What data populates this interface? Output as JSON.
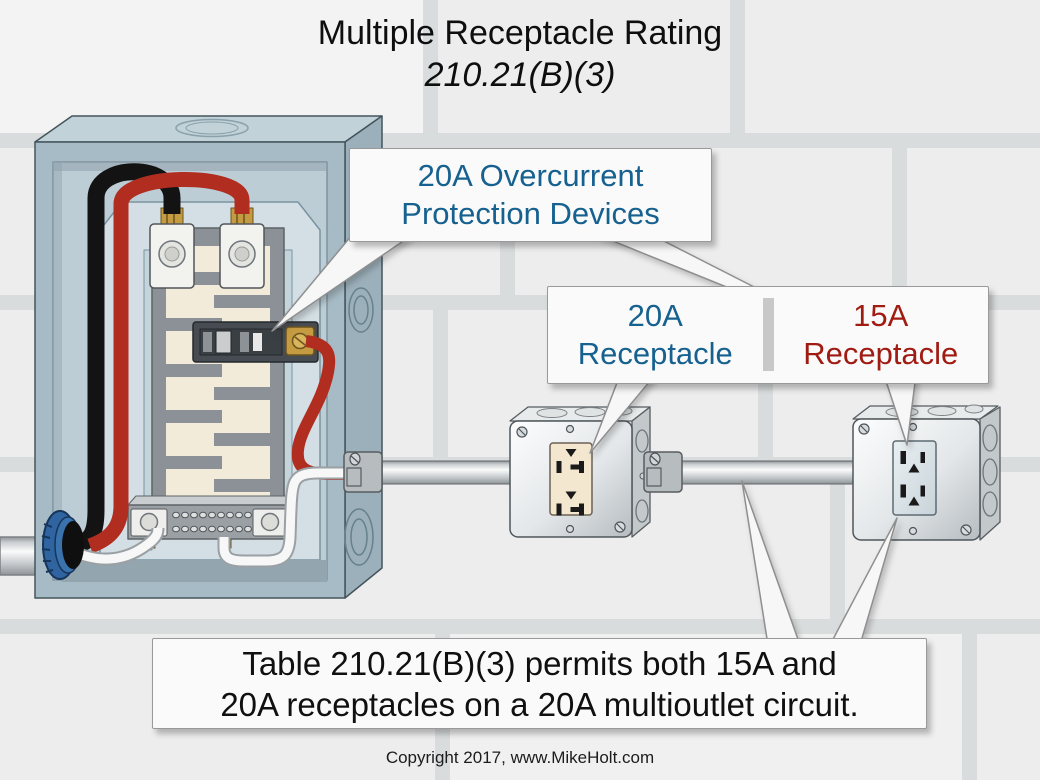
{
  "colors": {
    "accent_blue": "#16618f",
    "accent_red": "#a01c13",
    "panel_steel": "#a6bbc5",
    "wire_hot_red": "#b02d20",
    "wire_black": "#131313",
    "bushing_blue": "#2f64a0"
  },
  "title": {
    "line1": "Multiple Receptacle Rating",
    "line2": "210.21(B)(3)"
  },
  "callout_ocpd": {
    "line1": "20A Overcurrent",
    "line2": "Protection Devices"
  },
  "callout_receptacles": {
    "left_amps": "20A",
    "left_label": "Receptacle",
    "right_amps": "15A",
    "right_label": "Receptacle"
  },
  "caption": {
    "line1": "Table 210.21(B)(3) permits both 15A and",
    "line2": "20A receptacles on a 20A multioutlet circuit."
  },
  "footer": {
    "copyright": "Copyright 2017, www.MikeHolt.com"
  }
}
